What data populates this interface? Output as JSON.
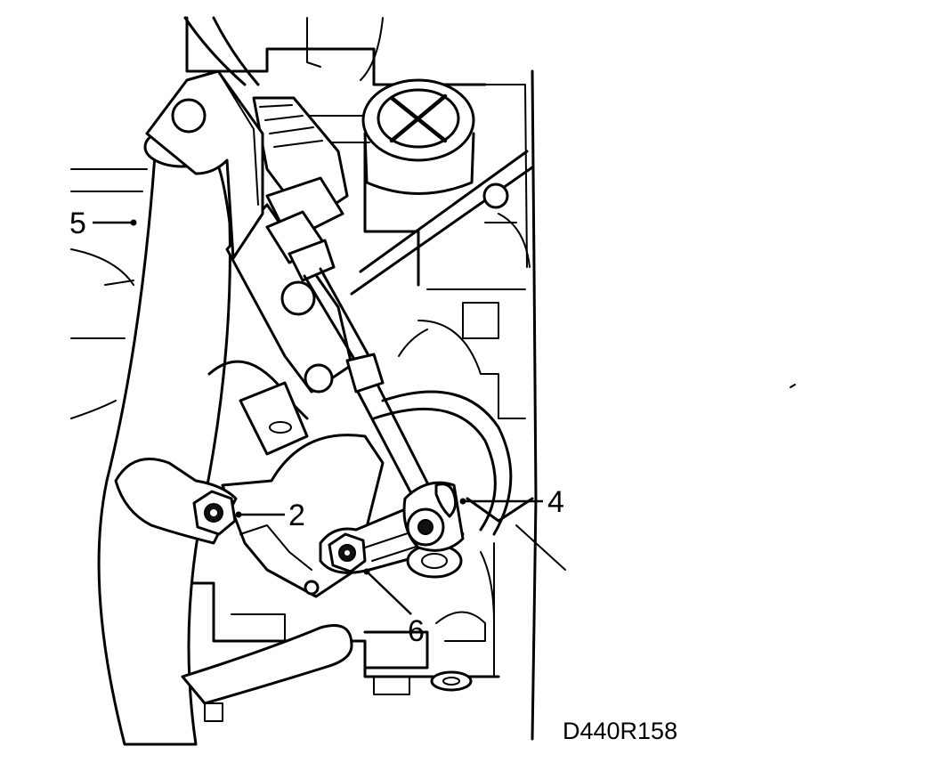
{
  "callouts": {
    "c5": "5",
    "c2": "2",
    "c4": "4",
    "c6": "6"
  },
  "figure_ref": "D440R158"
}
